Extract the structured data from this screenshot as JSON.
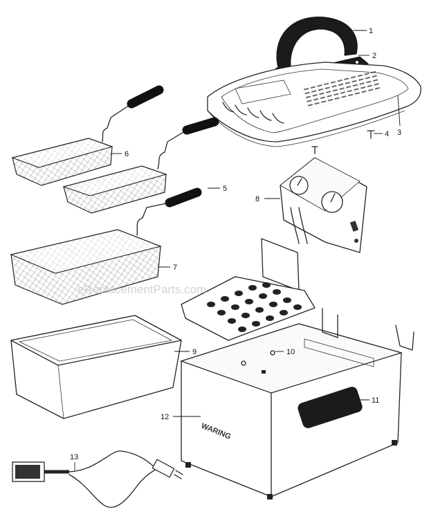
{
  "watermark": "eReplacementParts.com",
  "brand": "WARING",
  "callouts": {
    "c1": "1",
    "c2": "2",
    "c3": "3",
    "c4": "4",
    "c5": "5",
    "c6": "6",
    "c7": "7",
    "c8": "8",
    "c9": "9",
    "c10": "10",
    "c11": "11",
    "c12": "12",
    "c13": "13"
  }
}
